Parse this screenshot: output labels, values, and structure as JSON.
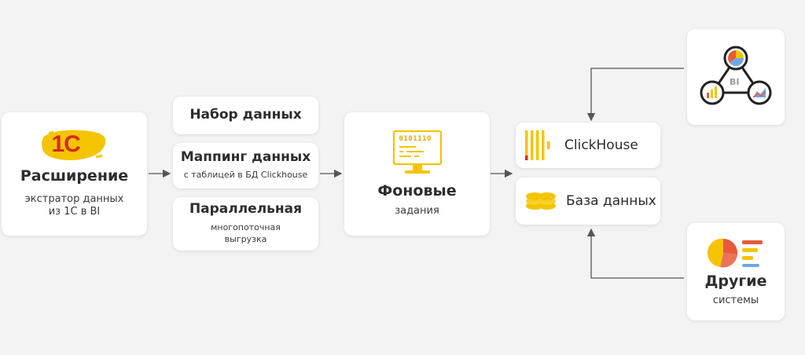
{
  "extension": {
    "logo_text": "1С",
    "title": "Расширение",
    "subtitle_line1": "экстратор данных",
    "subtitle_line2": "из 1С в BI"
  },
  "features": [
    {
      "title": "Набор данных"
    },
    {
      "title": "Маппинг данных",
      "subtitle": "с таблицей в БД Clickhouse"
    },
    {
      "title": "Параллельная",
      "subtitle_line1": "многопоточная",
      "subtitle_line2": "выгрузка"
    }
  ],
  "background_jobs": {
    "icon_text": "010111O",
    "title": "Фоновые",
    "subtitle": "задания"
  },
  "storage": [
    {
      "label": "ClickHouse",
      "icon": "clickhouse-icon"
    },
    {
      "label": "База данных",
      "icon": "database-coins-icon"
    }
  ],
  "bi_system": {
    "icon_text": "BI",
    "icon": "bi-network-icon"
  },
  "other_systems": {
    "title": "Другие",
    "subtitle": "системы",
    "icon": "pie-chart-bars-icon"
  },
  "colors": {
    "accent_yellow": "#f5c400",
    "logo_red": "#d52b1e",
    "arrow": "#555555"
  }
}
